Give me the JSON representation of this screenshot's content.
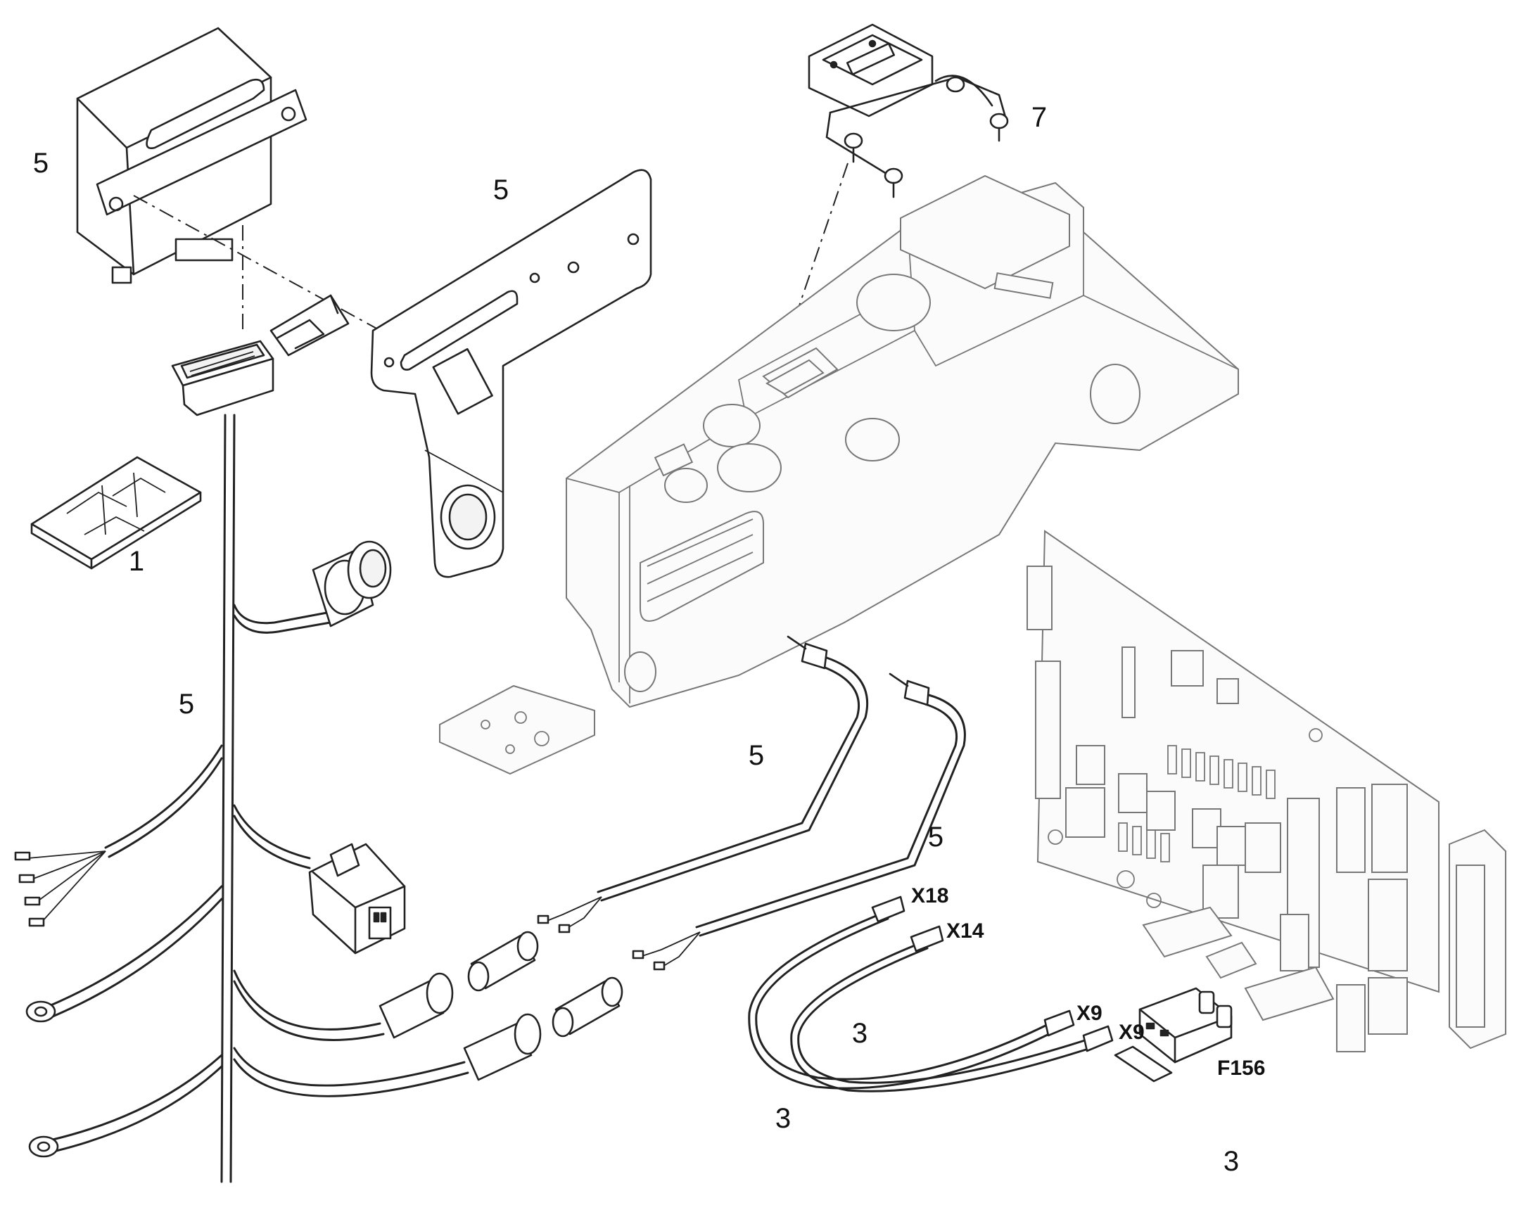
{
  "callouts": {
    "ecu_box": "5",
    "bracket": "5",
    "display_mount": "7",
    "manual": "1",
    "harness": "5",
    "sensor_cable_a": "5",
    "sensor_cable_b": "5",
    "jumper_a": "3",
    "jumper_b": "3",
    "fuse": "3"
  },
  "connectors": {
    "x18": "X18",
    "x14": "X14",
    "x9_a": "X9",
    "x9_b": "X9",
    "f156": "F156"
  },
  "colors": {
    "line": "#222222",
    "ghost_line": "#777777",
    "background": "#ffffff"
  }
}
